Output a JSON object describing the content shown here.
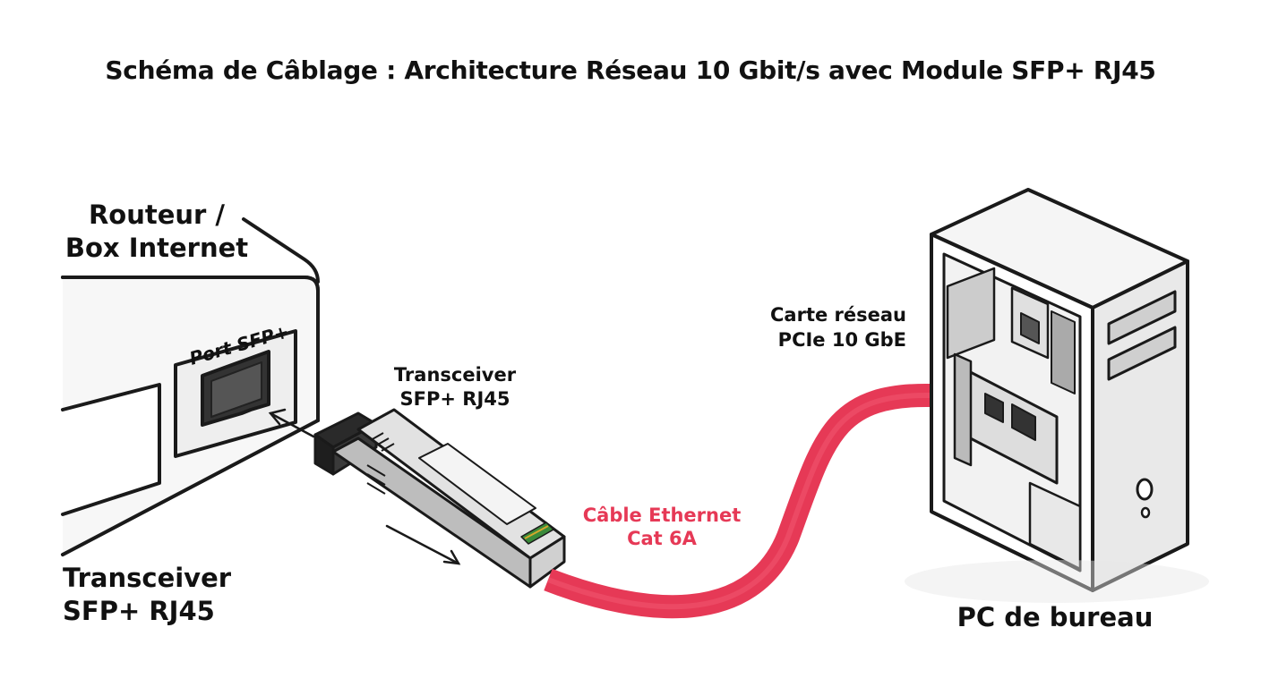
{
  "title": "Schéma de Câblage : Architecture Réseau 10 Gbit/s avec Module SFP+ RJ45",
  "router": {
    "label_line1": "Routeur /",
    "label_line2": "Box Internet",
    "port_label": "Port SFP+"
  },
  "transceiver_bottom": {
    "line1": "Transceiver",
    "line2": "SFP+ RJ45"
  },
  "transceiver_mid": {
    "line1": "Transceiver",
    "line2": "SFP+ RJ45"
  },
  "cable": {
    "line1": "Câble Ethernet",
    "line2": "Cat 6A",
    "color": "#e63956"
  },
  "nic": {
    "line1": "Carte réseau",
    "line2": "PCIe 10 GbE"
  },
  "pc": {
    "label": "PC de bureau"
  }
}
